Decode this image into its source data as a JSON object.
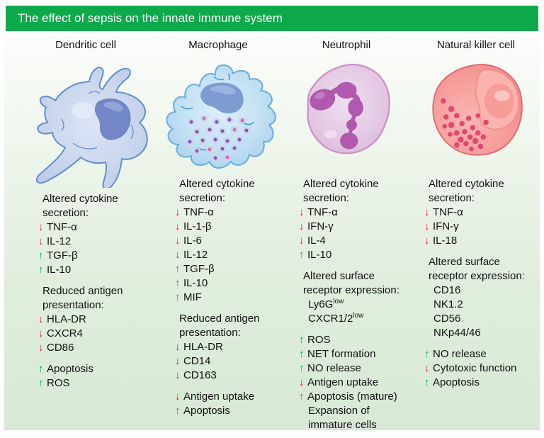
{
  "title": "The effect of sepsis on the innate immune system",
  "colors": {
    "header_bg": "#0da94b",
    "header_text": "#ffffff",
    "up_arrow": "#0ca64f",
    "down_arrow": "#e8202e",
    "content_bg_top": "#fcfdfb",
    "content_bg_bottom": "#d7e9d5"
  },
  "icons": {
    "up": "up-arrow-icon",
    "down": "down-arrow-icon"
  },
  "columns": [
    {
      "name": "Dendritic cell",
      "illustration": "dendritic-cell",
      "sections": [
        {
          "heading": "Altered cytokine secretion:",
          "items": [
            {
              "arrow": "down",
              "label": "TNF-α"
            },
            {
              "arrow": "down",
              "label": "IL-12"
            },
            {
              "arrow": "up",
              "label": "TGF-β"
            },
            {
              "arrow": "up",
              "label": "IL-10"
            }
          ]
        },
        {
          "heading": "Reduced antigen presentation:",
          "items": [
            {
              "arrow": "down",
              "label": "HLA-DR"
            },
            {
              "arrow": "down",
              "label": "CXCR4"
            },
            {
              "arrow": "down",
              "label": "CD86"
            }
          ]
        },
        {
          "heading": null,
          "items": [
            {
              "arrow": "up",
              "label": "Apoptosis"
            },
            {
              "arrow": "up",
              "label": "ROS"
            }
          ]
        }
      ]
    },
    {
      "name": "Macrophage",
      "illustration": "macrophage",
      "sections": [
        {
          "heading": "Altered cytokine secretion:",
          "items": [
            {
              "arrow": "down",
              "label": "TNF-α"
            },
            {
              "arrow": "down",
              "label": "IL-1-β"
            },
            {
              "arrow": "down",
              "label": "IL-6"
            },
            {
              "arrow": "down",
              "label": "IL-12"
            },
            {
              "arrow": "up",
              "label": "TGF-β"
            },
            {
              "arrow": "up",
              "label": "IL-10"
            },
            {
              "arrow": "up",
              "label": "MIF"
            }
          ]
        },
        {
          "heading": "Reduced antigen presentation:",
          "items": [
            {
              "arrow": "down",
              "label": "HLA-DR"
            },
            {
              "arrow": "down",
              "label": "CD14"
            },
            {
              "arrow": "down",
              "label": "CD163"
            }
          ]
        },
        {
          "heading": null,
          "items": [
            {
              "arrow": "down",
              "label": "Antigen uptake"
            },
            {
              "arrow": "up",
              "label": "Apoptosis"
            }
          ]
        }
      ]
    },
    {
      "name": "Neutrophil",
      "illustration": "neutrophil",
      "sections": [
        {
          "heading": "Altered cytokine secretion:",
          "items": [
            {
              "arrow": "down",
              "label": "TNF-α"
            },
            {
              "arrow": "down",
              "label": "IFN-γ"
            },
            {
              "arrow": "down",
              "label": "IL-4"
            },
            {
              "arrow": "up",
              "label": "IL-10"
            }
          ]
        },
        {
          "heading": "Altered surface receptor expression:",
          "items": [
            {
              "arrow": null,
              "label": "Ly6G",
              "sup": "low"
            },
            {
              "arrow": null,
              "label": "CXCR1/2",
              "sup": "low"
            }
          ]
        },
        {
          "heading": null,
          "items": [
            {
              "arrow": "up",
              "label": "ROS"
            },
            {
              "arrow": "up",
              "label": "NET formation"
            },
            {
              "arrow": "up",
              "label": "NO release"
            },
            {
              "arrow": "down",
              "label": "Antigen uptake"
            },
            {
              "arrow": "up",
              "label": "Apoptosis (mature)"
            },
            {
              "arrow": null,
              "label": "Expansion of immature cells"
            }
          ]
        }
      ]
    },
    {
      "name": "Natural killer cell",
      "illustration": "natural-killer-cell",
      "sections": [
        {
          "heading": "Altered cytokine secretion:",
          "items": [
            {
              "arrow": "down",
              "label": "TNF-α"
            },
            {
              "arrow": "down",
              "label": "IFN-γ"
            },
            {
              "arrow": "down",
              "label": "IL-18"
            }
          ]
        },
        {
          "heading": "Altered surface receptor expression:",
          "items": [
            {
              "arrow": null,
              "label": "CD16"
            },
            {
              "arrow": null,
              "label": "NK1.2"
            },
            {
              "arrow": null,
              "label": "CD56"
            },
            {
              "arrow": null,
              "label": "NKp44/46"
            }
          ]
        },
        {
          "heading": null,
          "items": [
            {
              "arrow": "up",
              "label": "NO release"
            },
            {
              "arrow": "down",
              "label": "Cytotoxic function"
            },
            {
              "arrow": "up",
              "label": "Apoptosis"
            }
          ]
        }
      ]
    }
  ]
}
